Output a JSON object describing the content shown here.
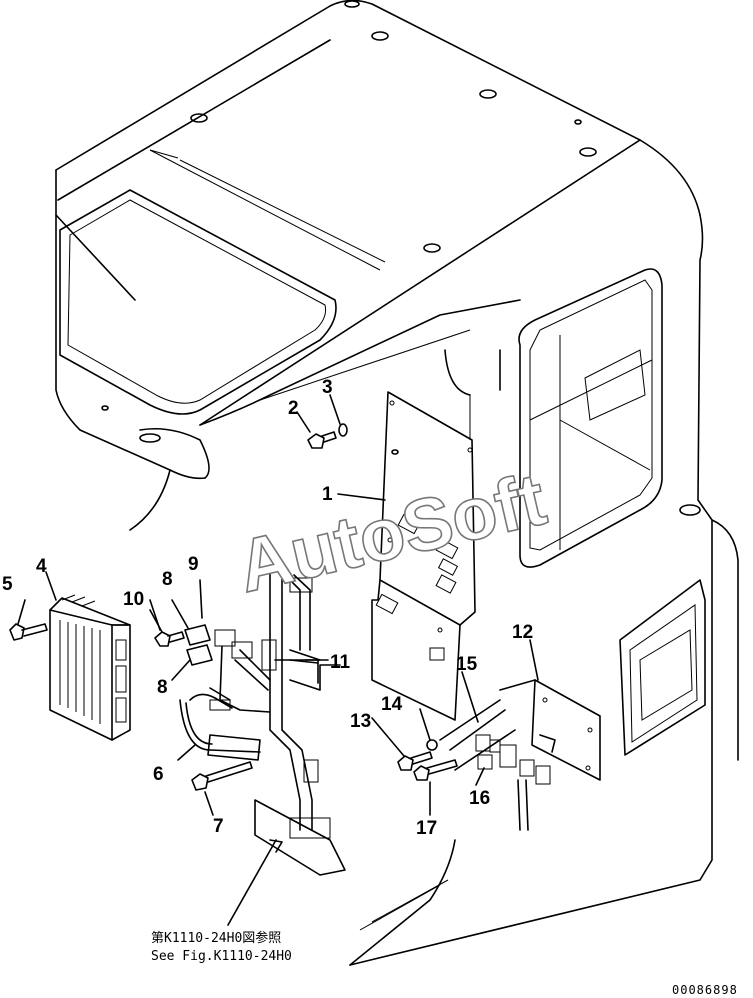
{
  "callouts": [
    {
      "id": "1",
      "text": "1"
    },
    {
      "id": "2",
      "text": "2"
    },
    {
      "id": "3",
      "text": "3"
    },
    {
      "id": "4",
      "text": "4"
    },
    {
      "id": "5",
      "text": "5"
    },
    {
      "id": "6",
      "text": "6"
    },
    {
      "id": "7",
      "text": "7"
    },
    {
      "id": "8a",
      "text": "8"
    },
    {
      "id": "8b",
      "text": "8"
    },
    {
      "id": "9",
      "text": "9"
    },
    {
      "id": "10",
      "text": "10"
    },
    {
      "id": "11",
      "text": "11"
    },
    {
      "id": "12",
      "text": "12"
    },
    {
      "id": "13",
      "text": "13"
    },
    {
      "id": "14",
      "text": "14"
    },
    {
      "id": "15",
      "text": "15"
    },
    {
      "id": "16",
      "text": "16"
    },
    {
      "id": "17",
      "text": "17"
    }
  ],
  "reference": {
    "line_jp": "第K1110-24H0図参照",
    "line_en": "See Fig.K1110-24H0"
  },
  "watermark": "AutoSoft",
  "drawing_code": "00086898"
}
